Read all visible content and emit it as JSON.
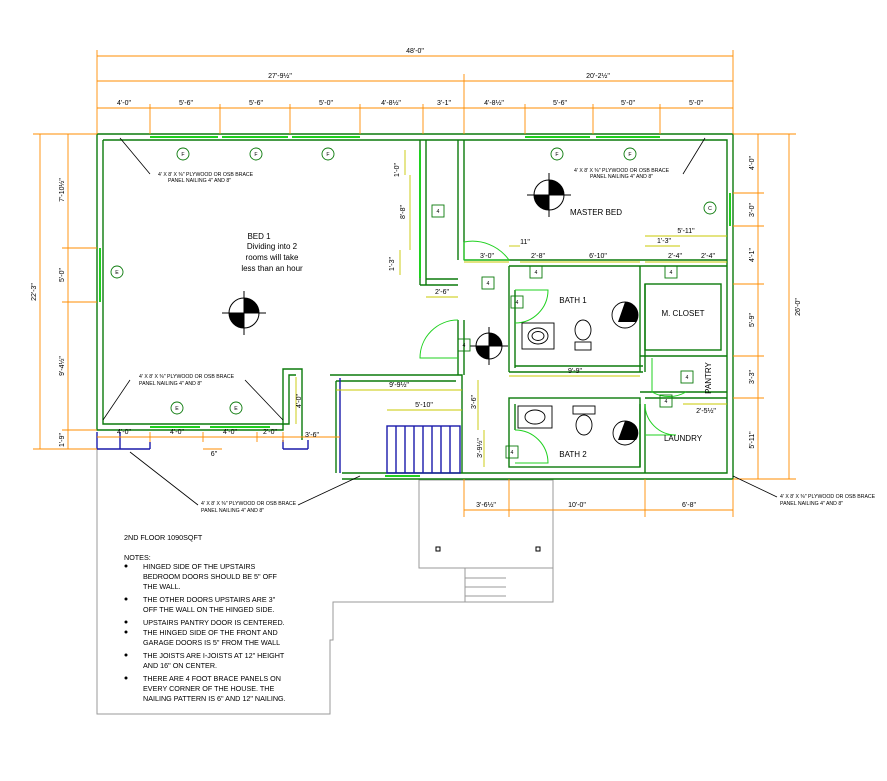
{
  "colors": {
    "wall": "#0b7a0b",
    "window": "#1fd11f",
    "orange_dim": "#ff8c00",
    "yellow_dim": "#c8c800",
    "blue": "#1a1aaa",
    "gray": "#9a9a9a"
  },
  "overall_dims": {
    "total": "48'-0\"",
    "left_part": "27'-9½\"",
    "right_part": "20'-2½\""
  },
  "top_segments": [
    "4'-0\"",
    "5'-6\"",
    "5'-6\"",
    "5'-0\"",
    "4'-8½\"",
    "3'-1\"",
    "4'-8½\"",
    "5'-6\"",
    "5'-0\"",
    "5'-0\""
  ],
  "left_dims": {
    "total": "22'-3\"",
    "seg1": "7'-10½\"",
    "seg2": "5'-0\"",
    "seg3": "9'-4½\"",
    "seg4": "1'-9\""
  },
  "right_dims": {
    "total": "26'-0\"",
    "seg1": "4'-0\"",
    "seg2": "3'-0\"",
    "seg3": "4'-1\"",
    "seg4": "5'-9\"",
    "seg5": "3'-3\"",
    "seg6": "5'-11\""
  },
  "bottom_dims": {
    "seg1": "4'-0\"",
    "seg2": "4'-0\"",
    "seg3": "4'-0\"",
    "seg4": "2'-0\"",
    "seg5": "3'-6\"",
    "seg6": "6\"",
    "right1": "3'-6½\"",
    "right2": "10'-0\"",
    "right3": "6'-8\""
  },
  "inner_dims": {
    "d1": "1'-0\"",
    "d2": "8'-8\"",
    "d3": "1'-3\"",
    "d4": "2'-6\"",
    "d5": "3'-0\"",
    "d6": "11\"",
    "d7": "2'-8\"",
    "d8": "6'-10\"",
    "d9": "5'-11\"",
    "d10": "1'-3\"",
    "d11": "2'-4\"",
    "d12": "2'-4\"",
    "d13": "9'-9\"",
    "d14": "9'-9½\"",
    "d15": "5'-10\"",
    "d16": "4'-0\"",
    "d17": "3'-6\"",
    "d18": "3'-9½\"",
    "d19": "2'-5½\""
  },
  "rooms": {
    "bed1": "BED 1",
    "bed1_note_1": "Dividing into 2",
    "bed1_note_2": "rooms will take",
    "bed1_note_3": "less than an hour",
    "master": "MASTER BED",
    "bath1": "BATH 1",
    "closet": "M. CLOSET",
    "pantry": "PANTRY",
    "bath2": "BATH 2",
    "laundry": "LAUNDRY"
  },
  "symbols": {
    "window_f": "F",
    "window_e": "E",
    "window_c": "C",
    "door_4": "4"
  },
  "brace_note_1": "4' X 8' X ⅜\" PLYWOOD OR OSB BRACE",
  "brace_note_2": "PANEL NAILING 4\" AND 8\"",
  "floor_title": "2ND FLOOR  1090SQFT",
  "notes_title": "NOTES:",
  "notes": [
    [
      "HINGED SIDE OF THE UPSTAIRS",
      "BEDROOM DOORS SHOULD BE 5\" OFF",
      "THE WALL."
    ],
    [
      "THE OTHER DOORS UPSTAIRS ARE 3\"",
      "OFF THE WALL ON THE HINGED SIDE."
    ],
    [
      "UPSTAIRS PANTRY DOOR IS CENTERED."
    ],
    [
      "THE HINGED SIDE OF THE FRONT AND",
      "GARAGE DOORS IS 5\" FROM THE WALL"
    ],
    [
      "THE JOISTS ARE I-JOISTS AT 12\" HEIGHT",
      "AND 16\" ON CENTER."
    ],
    [
      "THERE ARE 4 FOOT BRACE PANELS ON",
      "EVERY CORNER OF THE HOUSE.  THE",
      "NAILING PATTERN IS 6\" AND 12\" NAILING."
    ]
  ]
}
